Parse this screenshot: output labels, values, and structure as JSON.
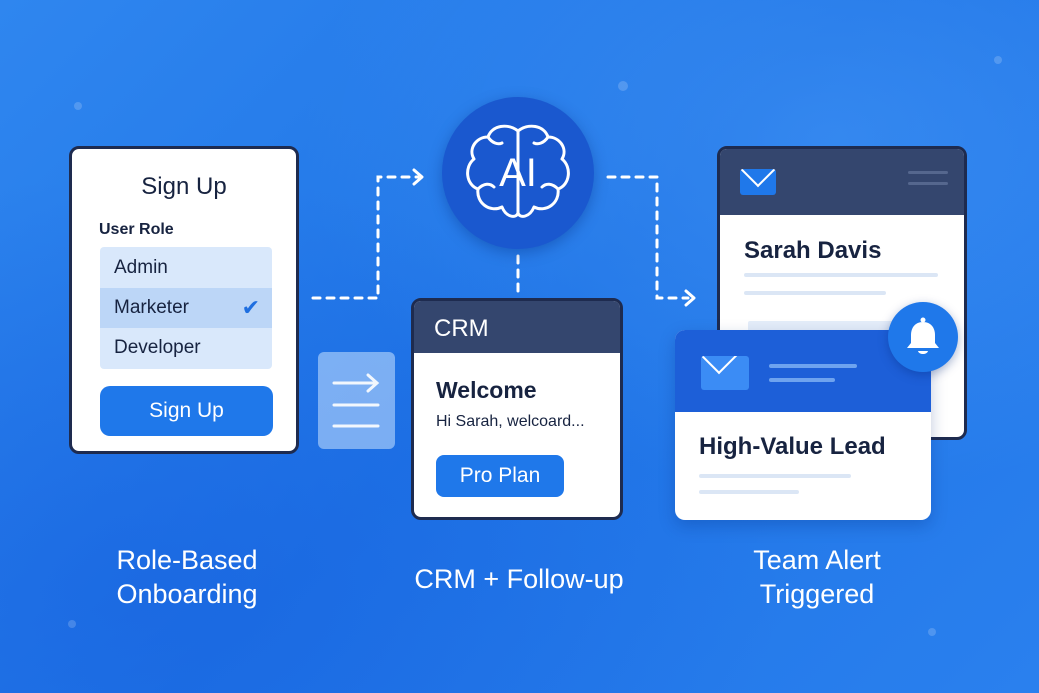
{
  "signup": {
    "title": "Sign Up",
    "role_label": "User Role",
    "roles": [
      "Admin",
      "Marketer",
      "Developer"
    ],
    "selected_role": "Marketer",
    "button_label": "Sign Up"
  },
  "ai": {
    "label": "AI"
  },
  "crm": {
    "header": "CRM",
    "welcome": "Welcome",
    "body": "Hi Sarah, welcoard...",
    "button_label": "Pro Plan"
  },
  "email": {
    "name": "Sarah Davis"
  },
  "lead": {
    "title": "High-Value Lead"
  },
  "captions": {
    "onboarding_line1": "Role-Based",
    "onboarding_line2": "Onboarding",
    "crm": "CRM + Follow-up",
    "alert_line1": "Team Alert",
    "alert_line2": "Triggered"
  },
  "colors": {
    "background": "#2a7fec",
    "primary_button": "#1f78ea",
    "dark_header": "#34466e",
    "ai_circle": "#1a58cf",
    "lead_header": "#1d5fd8",
    "card_border": "#1e2b4f"
  },
  "icons": [
    "check-icon",
    "arrow-right-icon",
    "brain-icon",
    "envelope-icon",
    "menu-icon",
    "bell-icon"
  ]
}
